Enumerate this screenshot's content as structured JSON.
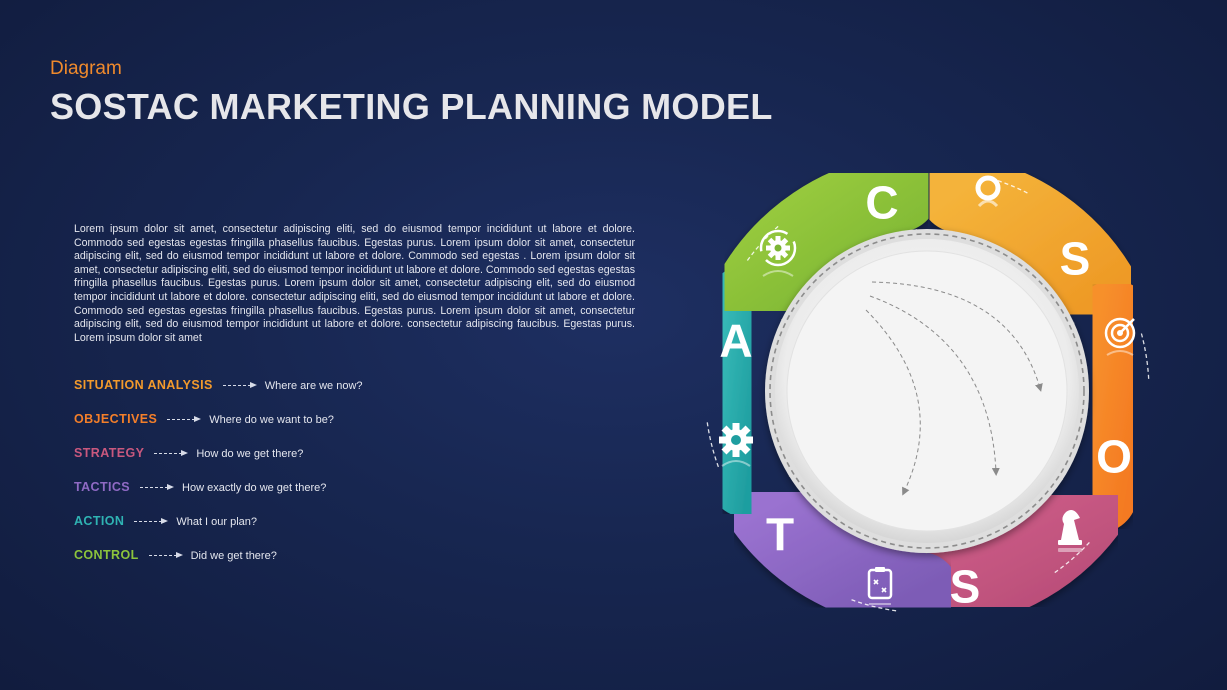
{
  "header": {
    "subtitle": "Diagram",
    "title": "SOSTAC MARKETING PLANNING MODEL"
  },
  "body_text": "Lorem ipsum dolor sit amet, consectetur adipiscing eliti, sed do eiusmod tempor incididunt ut labore et dolore. Commodo sed egestas egestas fringilla phasellus faucibus. Egestas purus. Lorem ipsum dolor sit amet, consectetur adipiscing elit, sed do eiusmod tempor incididunt ut labore et dolore. Commodo sed egestas . Lorem ipsum dolor sit amet, consectetur adipiscing eliti, sed do eiusmod tempor incididunt ut labore et dolore. Commodo sed egestas egestas fringilla phasellus faucibus. Egestas purus. Lorem ipsum dolor sit amet, consectetur adipiscing elit, sed do eiusmod tempor incididunt ut labore et dolore. consectetur adipiscing eliti, sed do eiusmod tempor incididunt ut labore et dolore. Commodo sed egestas egestas fringilla phasellus faucibus. Egestas purus. Lorem ipsum dolor sit amet, consectetur adipiscing elit, sed do eiusmod tempor incididunt ut labore et dolore. consectetur adipiscing faucibus. Egestas purus. Lorem ipsum dolor sit amet",
  "legend": [
    {
      "key": "SITUATION ANALYSIS",
      "value": "Where are we now?",
      "color": "#f39a2c"
    },
    {
      "key": "OBJECTIVES",
      "value": "Where do we want to be?",
      "color": "#f47f2a"
    },
    {
      "key": "STRATEGY",
      "value": "How do we get there?",
      "color": "#c9587e"
    },
    {
      "key": "TACTICS",
      "value": "How exactly do we get there?",
      "color": "#8f6ac4"
    },
    {
      "key": "ACTION",
      "value": "What I our plan?",
      "color": "#2fb3b3"
    },
    {
      "key": "CONTROL",
      "value": "Did we get there?",
      "color": "#8cc43c"
    }
  ],
  "segments": [
    {
      "letter": "S",
      "icon": "location-pin-icon",
      "color": "#ee9a26",
      "color_light": "#f4b33a"
    },
    {
      "letter": "O",
      "icon": "target-icon",
      "color": "#f47a22",
      "color_light": "#f7902c"
    },
    {
      "letter": "S",
      "icon": "chess-knight-icon",
      "color": "#b94d78",
      "color_light": "#d0608a"
    },
    {
      "letter": "T",
      "icon": "tactics-clipboard-icon",
      "color": "#7d5cb6",
      "color_light": "#9a72d0"
    },
    {
      "letter": "A",
      "icon": "gear-icon",
      "color": "#1f9ea0",
      "color_light": "#35b8b6"
    },
    {
      "letter": "C",
      "icon": "refresh-gear-icon",
      "color": "#7bb533",
      "color_light": "#9bcc3e"
    }
  ]
}
